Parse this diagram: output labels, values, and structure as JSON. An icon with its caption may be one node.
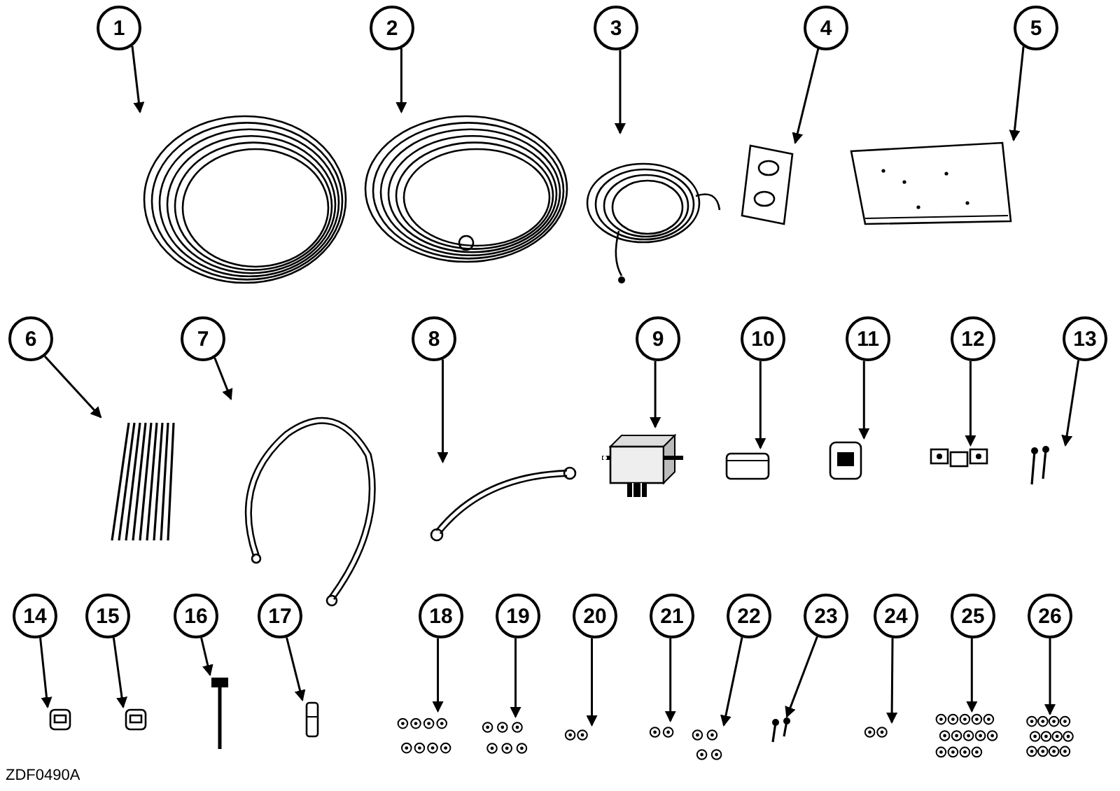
{
  "diagram": {
    "nodes": [
      {
        "text": [
          "1"
        ]
      },
      {
        "text": [],
        "shape": "picture"
      },
      {
        "text": [
          "2"
        ]
      },
      {
        "text": [],
        "shape": "picture"
      },
      {
        "text": [
          "3"
        ]
      },
      {
        "text": [],
        "shape": "picture"
      },
      {
        "text": [
          "4"
        ]
      },
      {
        "text": [],
        "shape": "picture"
      },
      {
        "text": [
          "5"
        ]
      },
      {
        "text": [],
        "shape": "picture"
      },
      {
        "text": [
          "6"
        ]
      },
      {
        "text": [],
        "shape": "picture"
      },
      {
        "text": [
          "7"
        ]
      },
      {
        "text": [],
        "shape": "picture"
      },
      {
        "text": [
          "8"
        ]
      },
      {
        "text": [],
        "shape": "picture"
      },
      {
        "text": [
          "9"
        ]
      },
      {
        "text": [],
        "shape": "picture"
      },
      {
        "text": [
          "10"
        ]
      },
      {
        "text": [],
        "shape": "picture"
      },
      {
        "text": [
          "11"
        ]
      },
      {
        "text": [],
        "shape": "picture"
      },
      {
        "text": [
          "12"
        ]
      },
      {
        "text": [],
        "shape": "picture"
      },
      {
        "text": [
          "13"
        ]
      },
      {
        "text": [],
        "shape": "picture"
      },
      {
        "text": [
          "14"
        ]
      },
      {
        "text": [],
        "shape": "picture"
      },
      {
        "text": [
          "15"
        ]
      },
      {
        "text": [],
        "shape": "picture"
      },
      {
        "text": [
          "16"
        ]
      },
      {
        "text": [],
        "shape": "picture"
      },
      {
        "text": [
          "17"
        ]
      },
      {
        "text": [],
        "shape": "picture"
      },
      {
        "text": [
          "18"
        ]
      },
      {
        "text": [],
        "shape": "picture"
      },
      {
        "text": [
          "19"
        ]
      },
      {
        "text": [],
        "shape": "picture"
      },
      {
        "text": [
          "20"
        ]
      },
      {
        "text": [],
        "shape": "picture"
      },
      {
        "text": [
          "21"
        ]
      },
      {
        "text": [],
        "shape": "picture"
      },
      {
        "text": [
          "22"
        ]
      },
      {
        "text": [],
        "shape": "picture"
      },
      {
        "text": [
          "23"
        ]
      },
      {
        "text": [],
        "shape": "picture"
      },
      {
        "text": [
          "24"
        ]
      },
      {
        "text": [],
        "shape": "picture"
      },
      {
        "text": [
          "25"
        ]
      },
      {
        "text": [],
        "shape": "picture"
      },
      {
        "text": [
          "26"
        ]
      },
      {
        "text": [],
        "shape": "picture"
      }
    ],
    "edges": [
      {
        "from": 0,
        "to": 1,
        "arrow": "to"
      },
      {
        "from": 2,
        "to": 3,
        "arrow": "to"
      },
      {
        "from": 4,
        "to": 5,
        "arrow": "to"
      },
      {
        "from": 6,
        "to": 7,
        "arrow": "to"
      },
      {
        "from": 8,
        "to": 9,
        "arrow": "to"
      },
      {
        "from": 10,
        "to": 11,
        "arrow": "to"
      },
      {
        "from": 12,
        "to": 13,
        "arrow": "to"
      },
      {
        "from": 14,
        "to": 15,
        "arrow": "to"
      },
      {
        "from": 16,
        "to": 17,
        "arrow": "to"
      },
      {
        "from": 18,
        "to": 19,
        "arrow": "to"
      },
      {
        "from": 20,
        "to": 21,
        "arrow": "to"
      },
      {
        "from": 22,
        "to": 23,
        "arrow": "to"
      },
      {
        "from": 24,
        "to": 25,
        "arrow": "to"
      },
      {
        "from": 26,
        "to": 27,
        "arrow": "to"
      },
      {
        "from": 28,
        "to": 29,
        "arrow": "to"
      },
      {
        "from": 30,
        "to": 31,
        "arrow": "to"
      },
      {
        "from": 32,
        "to": 33,
        "arrow": "to"
      },
      {
        "from": 34,
        "to": 35,
        "arrow": "to"
      },
      {
        "from": 36,
        "to": 37,
        "arrow": "to"
      },
      {
        "from": 38,
        "to": 39,
        "arrow": "to"
      },
      {
        "from": 40,
        "to": 41,
        "arrow": "to"
      },
      {
        "from": 42,
        "to": 43,
        "arrow": "to"
      },
      {
        "from": 44,
        "to": 45,
        "arrow": "to"
      },
      {
        "from": 46,
        "to": 47,
        "arrow": "to"
      },
      {
        "from": 48,
        "to": 49,
        "arrow": "to"
      },
      {
        "from": 50,
        "to": 51,
        "arrow": "to"
      }
    ],
    "labels": [
      "ZDF0490A"
    ]
  }
}
